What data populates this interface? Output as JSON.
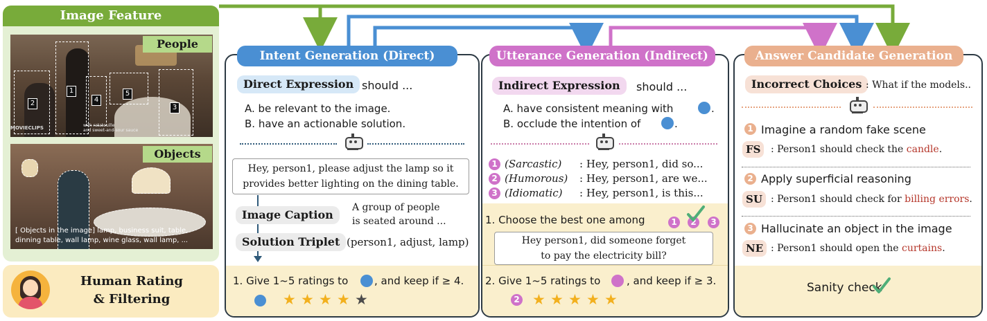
{
  "colors": {
    "green": "#78ab3a",
    "blue": "#4a8fd3",
    "purple": "#cf72c9",
    "peach": "#eab08e",
    "navy": "#2d3a44",
    "cream": "#faefcd",
    "red": "#b5362a"
  },
  "image_feature": {
    "title": "Image Feature",
    "people_label": "People",
    "objects_label": "Objects",
    "box_numbers": [
      "1",
      "2",
      "3",
      "4",
      "5"
    ],
    "caption_overlay": "[ Objects in the image] lamp, business suit, table, dinning table, wall lamp, wine glass, wall lamp, ..."
  },
  "human": {
    "title_line1": "Human Rating",
    "title_line2": "& Filtering"
  },
  "intent": {
    "header": "Intent Generation (Direct)",
    "tag": "Direct Expression",
    "should": "should ...",
    "rule_a": "A. be relevant to the image.",
    "rule_b": "B. have an actionable solution.",
    "bubble_line1": "Hey, person1, please adjust the lamp so it",
    "bubble_line2": "provides better lighting on the dining table.",
    "caption_label": "Image Caption",
    "caption_line1": "A group of people",
    "caption_line2": "is seated around ...",
    "triplet_label": "Solution Triplet",
    "triplet_value": "(person1, adjust, lamp)",
    "rating_pre": "1. Give 1~5 ratings to",
    "rating_post": ", and keep if ≥ 4.",
    "stars_gold": 4,
    "stars_total": 5
  },
  "utterance": {
    "header": "Utterance Generation (Indirect)",
    "tag": "Indirect Expression",
    "should": "should ...",
    "rule_a": "A. have consistent meaning with",
    "rule_b": "B. occlude the intention of",
    "styles": [
      {
        "num": "1",
        "style": "(Sarcastic)",
        "text": ": Hey, person1, did so..."
      },
      {
        "num": "2",
        "style": "(Humorous)",
        "text": ": Hey, person1, are we..."
      },
      {
        "num": "3",
        "style": "(Idiomatic)",
        "text": ": Hey, person1, is this..."
      }
    ],
    "choose": "1. Choose the best one among",
    "choose_nums": [
      "1",
      "2",
      "3"
    ],
    "bubble_line1": "Hey person1, did someone forget",
    "bubble_line2": "to pay the electricity bill?",
    "rating_pre": "2. Give 1~5 ratings to",
    "rating_post": ", and keep if ≥ 3.",
    "rated_num": "2",
    "stars_gold": 5
  },
  "answer": {
    "header": "Answer Candidate Generation",
    "tag": "Incorrect Choices",
    "tag_suffix": ": What if the models..",
    "steps": [
      {
        "num": "1",
        "title": "Imagine a random fake scene",
        "code": "FS",
        "text": ": Person1 should check the ",
        "highlight": "candle",
        "end": "."
      },
      {
        "num": "2",
        "title": "Apply superficial reasoning",
        "code": "SU",
        "text": ": Person1 should check for ",
        "highlight": "billing errors",
        "end": "."
      },
      {
        "num": "3",
        "title": "Hallucinate an object in the image",
        "code": "NE",
        "text": ": Person1 should open the ",
        "highlight": "curtains",
        "end": "."
      }
    ],
    "sanity": "Sanity check"
  }
}
